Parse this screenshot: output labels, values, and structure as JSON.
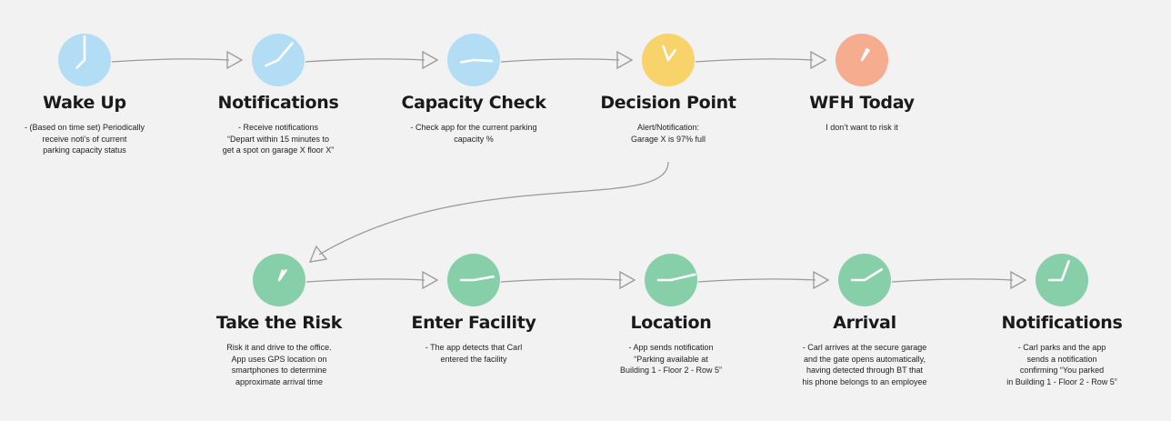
{
  "colors": {
    "background": "#f2f2f2",
    "blue": "#b3ddf5",
    "yellow": "#f8d36a",
    "salmon": "#f6ad8f",
    "green": "#87cfa9",
    "hands": "#ffffff",
    "connector": "#9a9a9a"
  },
  "row1": [
    {
      "title": "Wake Up",
      "desc": "- (Based on time set) Periodically\nreceive noti’s of current\nparking capacity status",
      "color": "blue",
      "icon": "clock-icon"
    },
    {
      "title": "Notifications",
      "desc": "- Receive notifications\n“Depart within 15 minutes to\nget a spot on garage X floor X”",
      "color": "blue",
      "icon": "clock-icon"
    },
    {
      "title": "Capacity Check",
      "desc": "- Check app for the current parking\ncapacity %",
      "color": "blue",
      "icon": "clock-icon"
    },
    {
      "title": "Decision Point",
      "desc": "Alert/Notification:\nGarage X is 97% full",
      "color": "yellow",
      "icon": "clock-icon"
    },
    {
      "title": "WFH Today",
      "desc": "I don’t want to risk it",
      "color": "salmon",
      "icon": "clock-icon"
    }
  ],
  "row2": [
    {
      "title": "Take the Risk",
      "desc": "Risk it and drive to the office.\nApp uses GPS location on\nsmartphones to determine\napproximate arrival time",
      "color": "green",
      "icon": "clock-icon"
    },
    {
      "title": "Enter Facility",
      "desc": "- The app detects that Carl\nentered the facility",
      "color": "green",
      "icon": "clock-icon"
    },
    {
      "title": "Location",
      "desc": "- App sends notification\n“Parking available at\nBuilding 1 - Floor 2 - Row 5”",
      "color": "green",
      "icon": "clock-icon"
    },
    {
      "title": "Arrival",
      "desc": "- Carl arrives at the secure garage\nand the gate opens automatically,\nhaving detected through BT that\nhis phone belongs to an employee",
      "color": "green",
      "icon": "clock-icon"
    },
    {
      "title": "Notifications",
      "desc": "- Carl parks and the app\nsends a notification\nconfirming “You parked\nin Building 1 - Floor 2 - Row 5”",
      "color": "green",
      "icon": "clock-icon"
    }
  ]
}
